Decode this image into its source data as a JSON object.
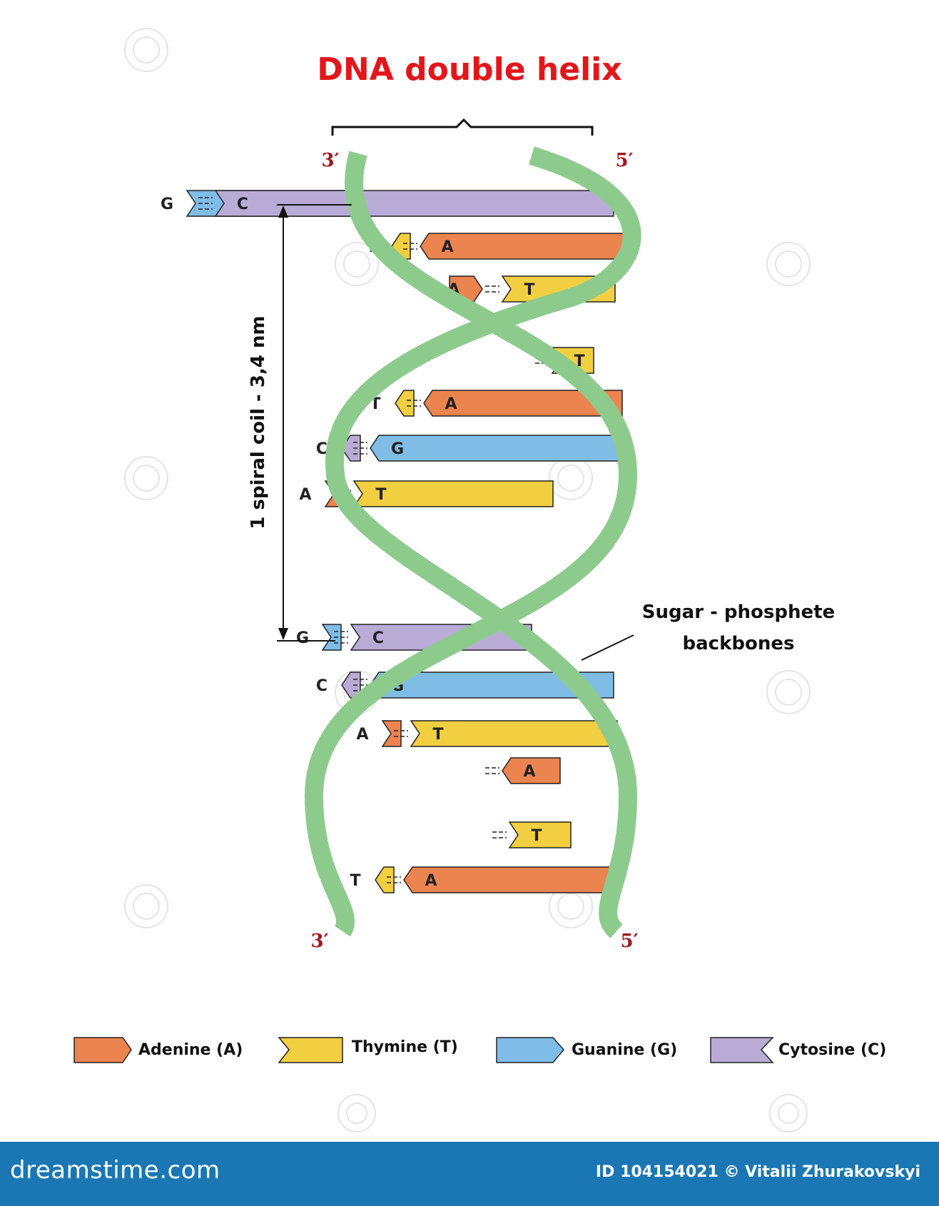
{
  "title": "DNA double helix",
  "strand_ends": {
    "top_left": "3′",
    "top_right": "5′",
    "bottom_left": "3′",
    "bottom_right": "5′"
  },
  "dimension_label": "1 spiral coil - 3,4 nm",
  "backbone_label": {
    "line1": "Sugar - phosphete",
    "line2": "backbones"
  },
  "base_pairs": [
    {
      "left": "G",
      "right": "C"
    },
    {
      "left": "T",
      "right": "A"
    },
    {
      "left": "A",
      "right": "T"
    },
    {
      "left": "",
      "right": "T"
    },
    {
      "left": "T",
      "right": "A"
    },
    {
      "left": "C",
      "right": "G"
    },
    {
      "left": "A",
      "right": "T"
    },
    {
      "left": "G",
      "right": "C"
    },
    {
      "left": "C",
      "right": "G"
    },
    {
      "left": "A",
      "right": "T"
    },
    {
      "left": "",
      "right": "A"
    },
    {
      "left": "",
      "right": "T"
    },
    {
      "left": "T",
      "right": "A"
    }
  ],
  "legend": [
    {
      "base": "A",
      "label": "Adenine (A)"
    },
    {
      "base": "T",
      "label": "Thymine (T)"
    },
    {
      "base": "G",
      "label": "Guanine (G)"
    },
    {
      "base": "C",
      "label": "Cytosine (C)"
    }
  ],
  "colors": {
    "A": "#ec8450",
    "T": "#f2cf41",
    "G": "#7fbde6",
    "C": "#b8acd6",
    "backbone": "#8ccb8c",
    "title": "#e3161b",
    "strand_label": "#a3171f",
    "footer": "#1a77b4"
  },
  "footer": {
    "brand": "dreamstime.com",
    "id_credit": "ID 104154021 © Vitalii Zhurakovskyi"
  }
}
